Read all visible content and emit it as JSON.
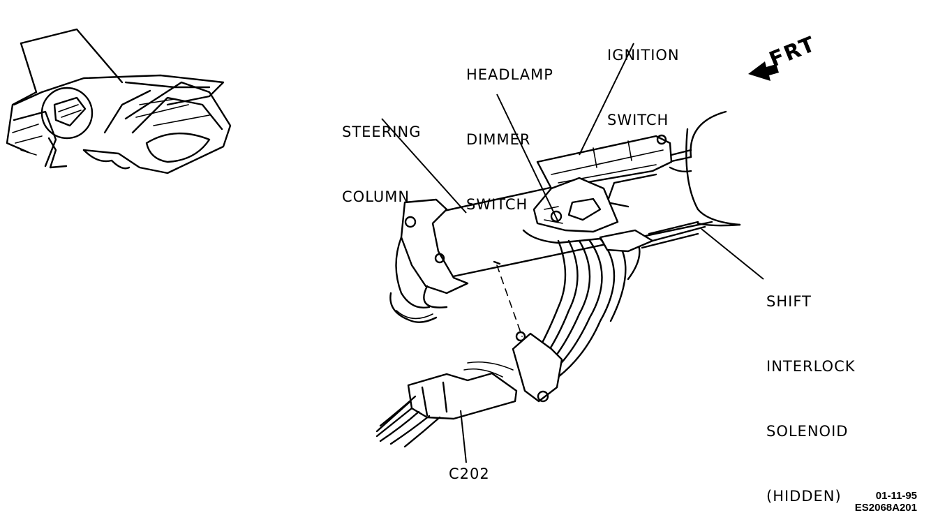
{
  "labels": {
    "ignition_switch": [
      "IGNITION",
      "SWITCH"
    ],
    "headlamp_dimmer_switch": [
      "HEADLAMP",
      "DIMMER",
      "SWITCH"
    ],
    "steering_column": [
      "STEERING",
      "COLUMN"
    ],
    "shift_interlock_solenoid": [
      "SHIFT",
      "INTERLOCK",
      "SOLENOID",
      "(HIDDEN)"
    ],
    "connector": "C202",
    "front_arrow": "FRT"
  },
  "footer": {
    "date": "01-11-95",
    "code": "ES2068A201"
  }
}
